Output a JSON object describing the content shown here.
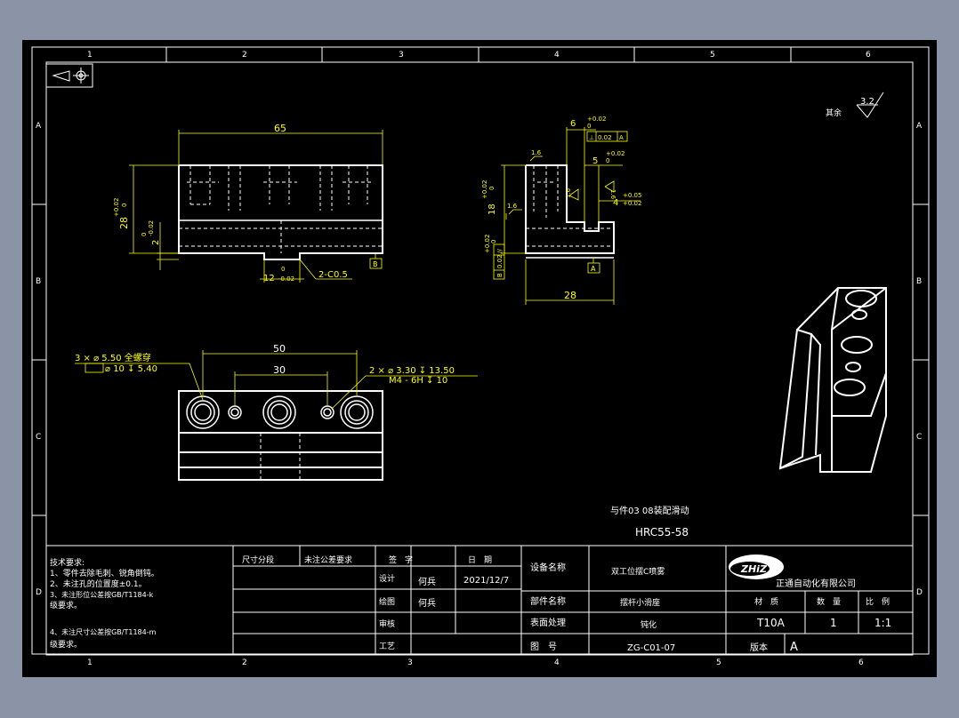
{
  "frame": {
    "columns_top": [
      "1",
      "2",
      "3",
      "4",
      "5",
      "6"
    ],
    "columns_bottom": [
      "1",
      "2",
      "3",
      "4",
      "5",
      "6"
    ],
    "rows_left": [
      "A",
      "B",
      "C",
      "D"
    ],
    "rows_right": [
      "A",
      "B",
      "C",
      "D"
    ]
  },
  "surface_finish": {
    "label": "其余",
    "value": "3.2"
  },
  "front_view": {
    "dims": {
      "length": "65",
      "height": "28",
      "height_tol_upper": "+0.02",
      "height_tol_lower": "0",
      "step": "2",
      "step_tol_upper": "0",
      "step_tol_lower": "-0.02",
      "slot": "12",
      "slot_tol_upper": "0",
      "slot_tol_lower": "-0.02",
      "chamfer": "2-C0.5",
      "datum": "B"
    }
  },
  "side_view": {
    "dims": {
      "width": "6",
      "width_tol_upper": "+0.02",
      "width_tol_lower": "0",
      "flatness_tol": "0.02",
      "flatness_datum": "A",
      "slot_width": "5",
      "slot_tol_upper": "+0.02",
      "slot_tol_lower": "0",
      "depth": "4",
      "depth_tol_upper": "+0.05",
      "depth_tol_lower": "+0.02",
      "height": "18",
      "height_tol_upper": "+0.02",
      "height_tol_lower": "0",
      "base_tol_upper": "+0.02",
      "base_tol_lower": "0",
      "parallel_tol": "0.02",
      "parallel_datum": "B",
      "length": "28",
      "datum": "A",
      "roughness": [
        "1.6",
        "1.6",
        "1.6",
        "1.6"
      ]
    }
  },
  "top_view": {
    "hole_callout_1_line1": "3 × ⌀  5.50 全螺穿",
    "hole_callout_1_line2": "⌀  10  ↧ 5.40",
    "hole_callout_2_line1": "2 × ⌀  3.30  ↧ 13.50",
    "hole_callout_2_line2": "M4 - 6H  ↧ 10",
    "dim_outer": "50",
    "dim_inner": "30"
  },
  "notes": {
    "assembly_note": "与件03 08装配滑动",
    "hardness": "HRC55-58"
  },
  "tech_requirements": {
    "title": "技术要求:",
    "lines": [
      "1、零件去除毛刺、锐角倒钝。",
      "2、未注孔的位置度±0.1。",
      "3、未注形位公差按GB/T1184-k",
      "   级要求。",
      "4、未注尺寸公差按GB/T1184-m",
      "   级要求。"
    ]
  },
  "title_block": {
    "col1_header": "尺寸分段",
    "col2_header": "未注公差要求",
    "sign_header": "签　字",
    "date_header": "日　期",
    "design_label": "设计",
    "design_name": "何兵",
    "design_date": "2021/12/7",
    "draw_label": "绘图",
    "draw_name": "何兵",
    "review_label": "审核",
    "process_label": "工艺",
    "equipment_label": "设备名称",
    "equipment_value": "双工位摆C喷雾",
    "part_label": "部件名称",
    "part_value": "摆杆小滑座",
    "surface_label": "表面处理",
    "surface_value": "钝化",
    "drawing_no_label": "图　号",
    "drawing_no_value": "ZG-C01-07",
    "company": "正通自动化有限公司",
    "logo_text": "ZHiZ",
    "material_label": "材　质",
    "quantity_label": "数　量",
    "scale_label": "比　例",
    "material_value": "T10A",
    "quantity_value": "1",
    "scale_value": "1:1",
    "version_label": "版本",
    "version_value": "A"
  },
  "colors": {
    "background": "#8a94a6",
    "sheet": "#000000",
    "outline": "#ffffff",
    "dimension": "#ffff00"
  }
}
